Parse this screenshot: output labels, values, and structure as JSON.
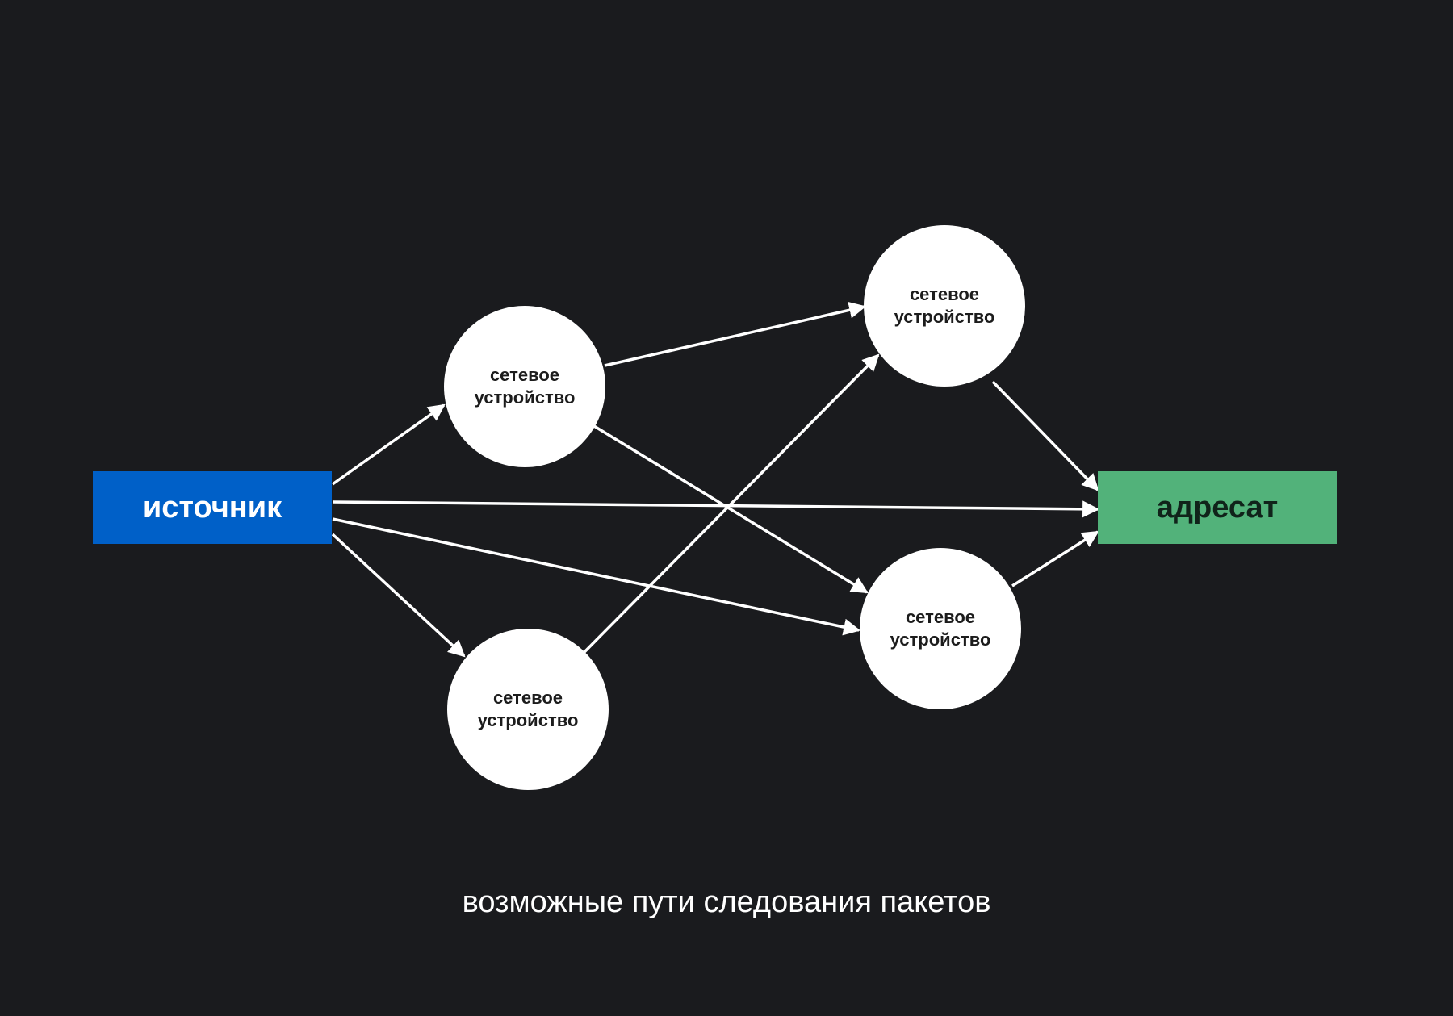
{
  "source": {
    "label": "источник"
  },
  "target": {
    "label": "адресат"
  },
  "nodes": [
    {
      "id": "a",
      "line1": "сетевое",
      "line2": "устройство"
    },
    {
      "id": "b",
      "line1": "сетевое",
      "line2": "устройство"
    },
    {
      "id": "c",
      "line1": "сетевое",
      "line2": "устройство"
    },
    {
      "id": "d",
      "line1": "сетевое",
      "line2": "устройство"
    }
  ],
  "edges": [
    {
      "from": "source",
      "to": "a"
    },
    {
      "from": "source",
      "to": "target"
    },
    {
      "from": "source",
      "to": "d"
    },
    {
      "from": "source",
      "to": "c"
    },
    {
      "from": "a",
      "to": "b"
    },
    {
      "from": "a",
      "to": "d"
    },
    {
      "from": "c",
      "to": "b"
    },
    {
      "from": "b",
      "to": "target"
    },
    {
      "from": "d",
      "to": "target"
    }
  ],
  "caption": "возможные пути следования пакетов",
  "colors": {
    "background": "#1a1b1e",
    "source_fill": "#0060c8",
    "target_fill": "#52b27a",
    "node_fill": "#ffffff",
    "edge": "#ffffff"
  }
}
